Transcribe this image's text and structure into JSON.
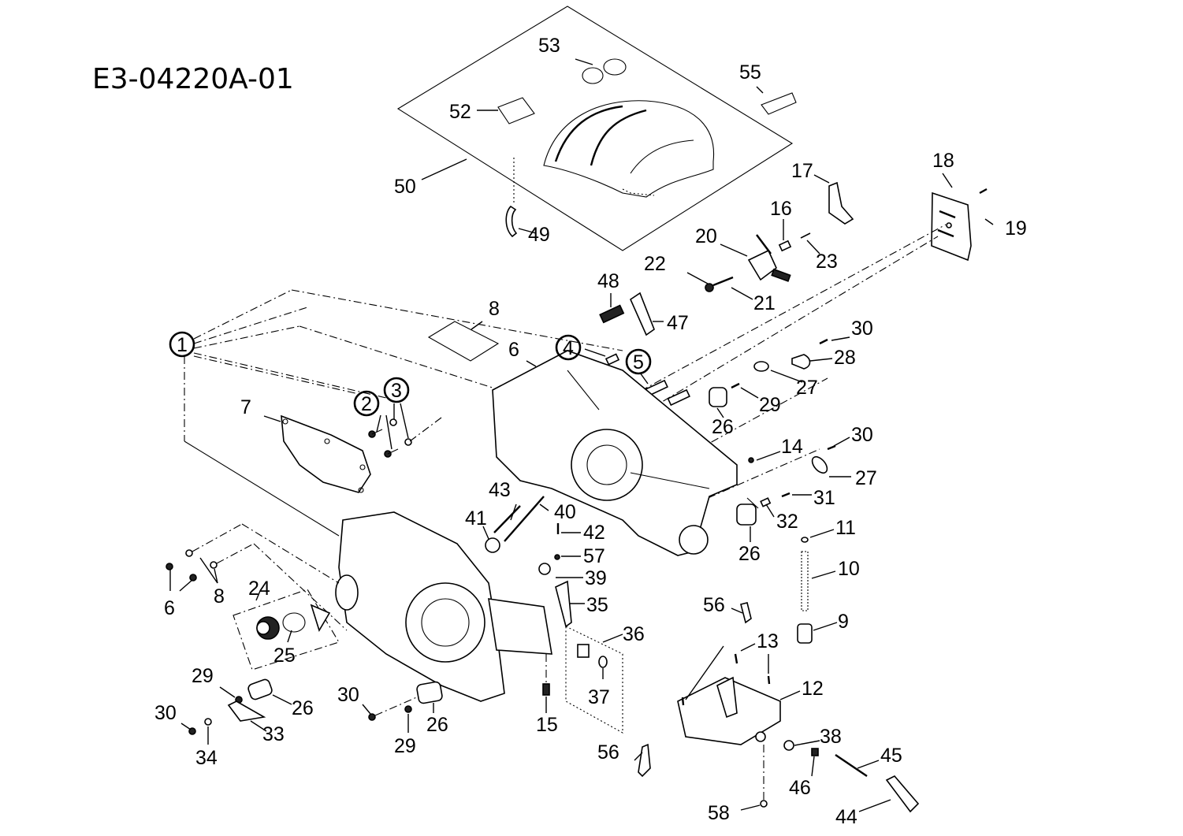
{
  "diagram": {
    "title": "E3-04220A-01",
    "type": "exploded-parts-view",
    "subject": "crankcase assembly",
    "circled_callouts": [
      "1",
      "2",
      "3",
      "4",
      "5"
    ],
    "callouts": [
      {
        "id": "c1",
        "label": "1",
        "circled": true
      },
      {
        "id": "c2",
        "label": "2",
        "circled": true
      },
      {
        "id": "c3",
        "label": "3",
        "circled": true
      },
      {
        "id": "c4",
        "label": "4",
        "circled": true
      },
      {
        "id": "c5",
        "label": "5",
        "circled": true
      },
      {
        "id": "c6a",
        "label": "6"
      },
      {
        "id": "c6b",
        "label": "6"
      },
      {
        "id": "c7",
        "label": "7"
      },
      {
        "id": "c8a",
        "label": "8"
      },
      {
        "id": "c8b",
        "label": "8"
      },
      {
        "id": "c9",
        "label": "9"
      },
      {
        "id": "c10",
        "label": "10"
      },
      {
        "id": "c11",
        "label": "11"
      },
      {
        "id": "c12",
        "label": "12"
      },
      {
        "id": "c13",
        "label": "13"
      },
      {
        "id": "c14",
        "label": "14"
      },
      {
        "id": "c15",
        "label": "15"
      },
      {
        "id": "c16",
        "label": "16"
      },
      {
        "id": "c17",
        "label": "17"
      },
      {
        "id": "c18",
        "label": "18"
      },
      {
        "id": "c19",
        "label": "19"
      },
      {
        "id": "c20",
        "label": "20"
      },
      {
        "id": "c21",
        "label": "21"
      },
      {
        "id": "c22",
        "label": "22"
      },
      {
        "id": "c23",
        "label": "23"
      },
      {
        "id": "c24",
        "label": "24"
      },
      {
        "id": "c25",
        "label": "25"
      },
      {
        "id": "c26a",
        "label": "26"
      },
      {
        "id": "c26b",
        "label": "26"
      },
      {
        "id": "c26c",
        "label": "26"
      },
      {
        "id": "c26d",
        "label": "26"
      },
      {
        "id": "c27a",
        "label": "27"
      },
      {
        "id": "c27b",
        "label": "27"
      },
      {
        "id": "c28",
        "label": "28"
      },
      {
        "id": "c29a",
        "label": "29"
      },
      {
        "id": "c29b",
        "label": "29"
      },
      {
        "id": "c29c",
        "label": "29"
      },
      {
        "id": "c30a",
        "label": "30"
      },
      {
        "id": "c30b",
        "label": "30"
      },
      {
        "id": "c30c",
        "label": "30"
      },
      {
        "id": "c30d",
        "label": "30"
      },
      {
        "id": "c31",
        "label": "31"
      },
      {
        "id": "c32",
        "label": "32"
      },
      {
        "id": "c33",
        "label": "33"
      },
      {
        "id": "c34",
        "label": "34"
      },
      {
        "id": "c35",
        "label": "35"
      },
      {
        "id": "c36",
        "label": "36"
      },
      {
        "id": "c37",
        "label": "37"
      },
      {
        "id": "c38",
        "label": "38"
      },
      {
        "id": "c39",
        "label": "39"
      },
      {
        "id": "c40",
        "label": "40"
      },
      {
        "id": "c41",
        "label": "41"
      },
      {
        "id": "c42",
        "label": "42"
      },
      {
        "id": "c43",
        "label": "43"
      },
      {
        "id": "c44",
        "label": "44"
      },
      {
        "id": "c45",
        "label": "45"
      },
      {
        "id": "c46",
        "label": "46"
      },
      {
        "id": "c47",
        "label": "47"
      },
      {
        "id": "c48",
        "label": "48"
      },
      {
        "id": "c49",
        "label": "49"
      },
      {
        "id": "c50",
        "label": "50"
      },
      {
        "id": "c52",
        "label": "52"
      },
      {
        "id": "c53",
        "label": "53"
      },
      {
        "id": "c55",
        "label": "55"
      },
      {
        "id": "c56a",
        "label": "56"
      },
      {
        "id": "c56b",
        "label": "56"
      },
      {
        "id": "c57",
        "label": "57"
      },
      {
        "id": "c58",
        "label": "58"
      }
    ]
  }
}
